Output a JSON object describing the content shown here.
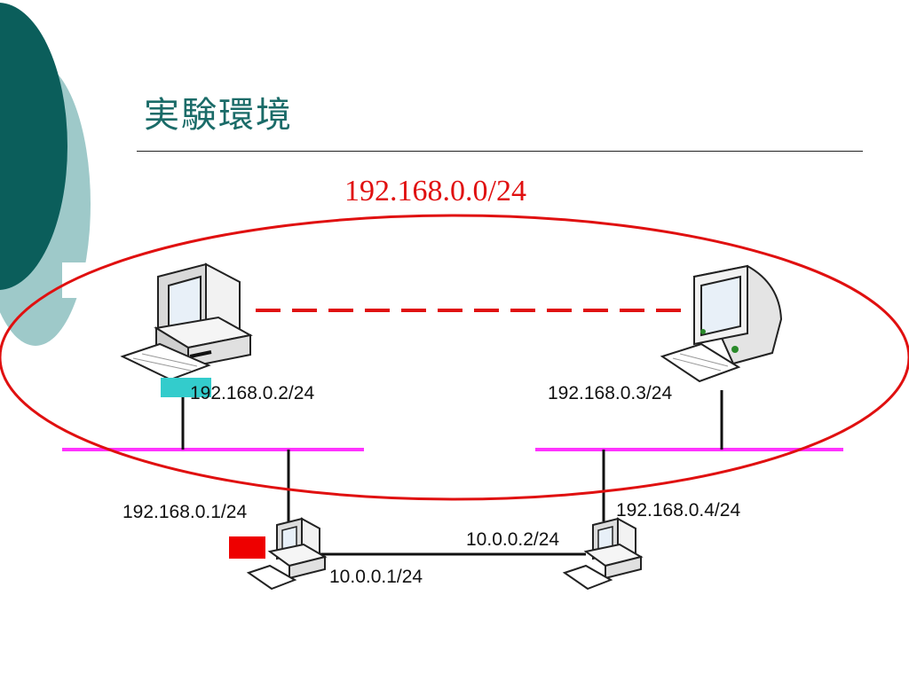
{
  "slide": {
    "title": "実験環境",
    "subnet_label": "192.168.0.0/24"
  },
  "hosts": {
    "host_left_ip": "192.168.0.2/24",
    "host_right_ip": "192.168.0.3/24"
  },
  "routers": {
    "router_left_lan_ip": "192.168.0.1/24",
    "router_left_wan_ip": "10.0.0.1/24",
    "router_right_wan_ip": "10.0.0.2/24",
    "router_right_lan_ip": "192.168.0.4/24"
  },
  "colors": {
    "accent_teal": "#0b5e5b",
    "accent_teal_light": "#9ec9c9",
    "ellipse_red": "#e01010",
    "lan_magenta": "#ff33ff",
    "marker_cyan": "#33cccc",
    "marker_red": "#ee0000"
  }
}
